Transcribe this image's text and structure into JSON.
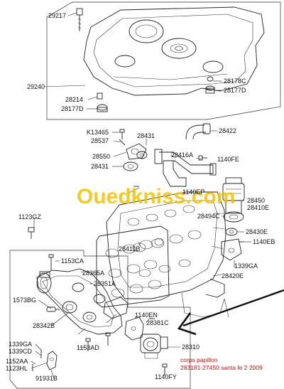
{
  "diagram": {
    "callouts": {
      "c29217": "29217",
      "c29240": "29240",
      "c28214": "28214",
      "c28177D_a": "28177D",
      "c28178C": "28178C",
      "c28177D_b": "28177D",
      "cK13465": "K13465",
      "c28537": "28537",
      "c28431_a": "28431",
      "c28422": "28422",
      "c28550": "28550",
      "c28416A": "28416A",
      "c1140FE": "1140FE",
      "c28431_b": "28431",
      "c1140EP": "1140EP",
      "c28450": "28450",
      "c28410E": "28410E",
      "c28494C": "28494C",
      "c1123GZ": "1123GZ",
      "c28430E": "28430E",
      "c1140EB": "1140EB",
      "c28411B": "28411B",
      "c1153CA": "1153CA",
      "c28365A": "28365A",
      "c28351A": "28351A",
      "c1339GA_a": "1339GA",
      "c28420E": "28420E",
      "c1573BG": "1573BG",
      "c28342B": "28342B",
      "c1140EN": "1140EN",
      "c28381C": "28381C",
      "c1339GA_b": "1339GA",
      "c1339CD": "1339CD",
      "c1152AA": "1152AA",
      "c1123HL": "1123HL",
      "c1153AD": "1153AD",
      "c28310": "28310",
      "c91931B": "91931B",
      "c1140FY": "1140FY"
    },
    "annotation": {
      "line1": "corps papillon",
      "line2": "283181-27450 santa fe 2 2009",
      "color": "#cc1111"
    },
    "watermark": {
      "text": "Ouedkniss.com",
      "color": "#f2c200"
    }
  }
}
